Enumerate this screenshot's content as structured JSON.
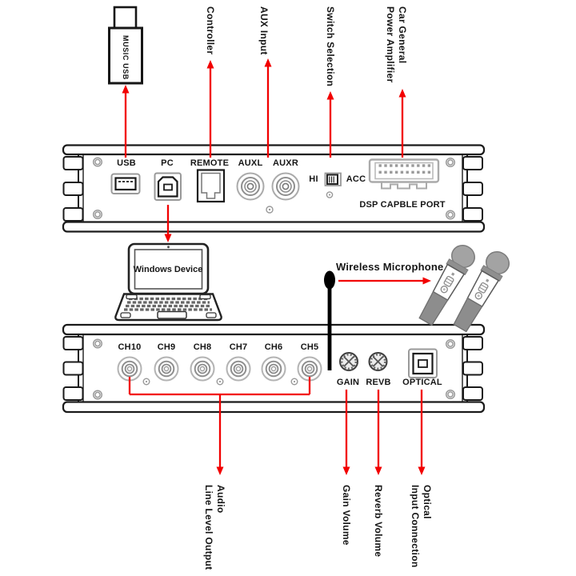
{
  "colors": {
    "arrow_red": "#f20000",
    "outline_black": "#1a1a1a",
    "shell_gray": "#9a9a9a"
  },
  "usb_drive": {
    "label": "MUSIC USB"
  },
  "callouts_top": {
    "controller": "Controller",
    "aux_input": "AUX Input",
    "switch_selection": "Switch Selection",
    "car_general": {
      "line1": "Car General",
      "line2": "Power Amplifier"
    }
  },
  "top_panel": {
    "usb": "USB",
    "pc": "PC",
    "remote": "REMOTE",
    "auxl": "AUXL",
    "auxr": "AUXR",
    "switch_left": "HI",
    "switch_right": "ACC",
    "dsp_port": "DSP CAPBLE PORT"
  },
  "middle": {
    "laptop_screen": "Windows Device",
    "wireless_microphone": "Wireless Microphone"
  },
  "bottom_panel": {
    "channels": [
      "CH10",
      "CH9",
      "CH8",
      "CH7",
      "CH6",
      "CH5"
    ],
    "gain": "GAIN",
    "reverb": "REVB",
    "optical": "OPTICAL"
  },
  "callouts_bottom": {
    "audio": {
      "line1": "Audio",
      "line2": "Line Level Output"
    },
    "gain_volume": "Gain Volume",
    "reverb_volume": "Reverb Volume",
    "optical": {
      "line1": "Optical",
      "line2": "Input Connection"
    }
  }
}
